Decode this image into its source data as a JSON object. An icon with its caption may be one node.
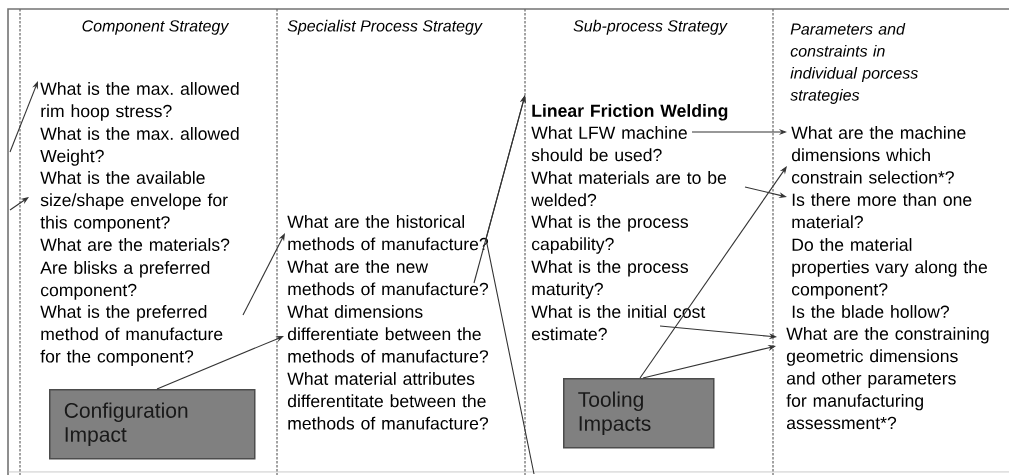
{
  "diagram": {
    "nodes": [
      {
        "text": [
          "What is the max. allowed rim hoop stress?"
        ]
      },
      {
        "text": [
          "What is the max. allowed Weight?"
        ]
      },
      {
        "text": [
          "What is the available size/shape envelope for this component?"
        ]
      },
      {
        "text": [
          "What are the materials?"
        ]
      },
      {
        "text": [
          "Are blisks a preferred component?"
        ]
      },
      {
        "text": [
          "What is the preferred method of manufacture for the component?"
        ]
      },
      {
        "text": [
          "Configuration Impact"
        ]
      },
      {
        "text": [
          "What are the historical methods of manufacture?"
        ]
      },
      {
        "text": [
          "What are the new methods of manufacture?"
        ]
      },
      {
        "text": [
          "What dimensions differentiate between the methods of manufacture?"
        ]
      },
      {
        "text": [
          "What material attributes differentitate between the methods of manufacture?"
        ]
      },
      {
        "text": [
          "Linear Friction Welding"
        ]
      },
      {
        "text": [
          "What LFW machine should be used?"
        ]
      },
      {
        "text": [
          "What materials are to be welded?"
        ]
      },
      {
        "text": [
          "What is the process capability?"
        ]
      },
      {
        "text": [
          "What is the process maturity?"
        ]
      },
      {
        "text": [
          "What is the initial cost estimate?"
        ]
      },
      {
        "text": [
          "Tooling Impacts"
        ]
      },
      {
        "text": [
          "What are the machine dimensions which constrain selection*?"
        ]
      },
      {
        "text": [
          "Is there more than one material?"
        ]
      },
      {
        "text": [
          "Do the material properties vary along the component?"
        ]
      },
      {
        "text": [
          "Is the blade hollow?"
        ]
      },
      {
        "text": [
          "What are the constraining geometric dimensions and other parameters for manufacturing assessment*?"
        ]
      }
    ],
    "edges": [
      {
        "from": null,
        "to": 0,
        "arrow": "to"
      },
      {
        "from": null,
        "to": 2,
        "arrow": "to"
      },
      {
        "from": 5,
        "to": 7,
        "arrow": "to"
      },
      {
        "from": 6,
        "to": 9,
        "arrow": "to"
      },
      {
        "from": 8,
        "to": 11,
        "arrow": "to"
      },
      {
        "from": null,
        "to": 11,
        "arrow": "to"
      },
      {
        "from": 12,
        "to": 18,
        "arrow": "to"
      },
      {
        "from": 13,
        "to": 19,
        "arrow": "to"
      },
      {
        "from": 17,
        "to": 18,
        "arrow": "to"
      },
      {
        "from": 16,
        "to": 22,
        "arrow": "to"
      },
      {
        "from": 17,
        "to": 22,
        "arrow": "to"
      }
    ],
    "labels": [
      "Component Strategy",
      "Specialist Process Strategy",
      "Sub-process Strategy",
      "Parameters and constraints in individual porcess strategies"
    ]
  }
}
